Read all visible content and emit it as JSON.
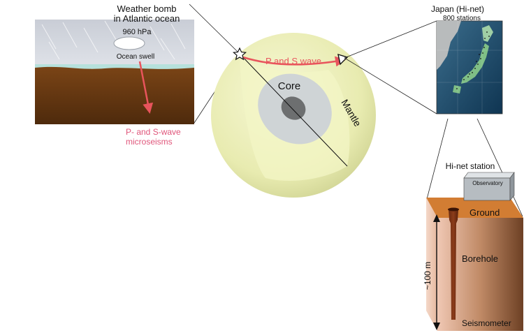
{
  "storm": {
    "title_line1": "Weather bomb",
    "title_line2": "in Atlantic ocean",
    "pressure": "960 hPa",
    "swell_label": "Ocean swell",
    "microseism_line1": "P-  and S-wave",
    "microseism_line2": "microseisms"
  },
  "earth": {
    "wave_label": "P  and S wave",
    "core_label": "Core",
    "mantle_label": "Mantle"
  },
  "japan": {
    "title": "Japan (Hi-net)",
    "stations": "800 stations"
  },
  "station": {
    "title": "Hi-net station",
    "observatory": "Observatory",
    "ground": "Ground",
    "depth": "~100 m",
    "borehole": "Borehole",
    "seismometer": "Seismometer"
  },
  "colors": {
    "wave_arrow": "#e8545c",
    "microseism_text": "#e0557a",
    "mantle": "#eef0b4",
    "core_outer": "#cfd4d6",
    "core_inner": "#6d6f70",
    "earth_crust": "#6b3b12",
    "sea": "#b6e1dc"
  }
}
